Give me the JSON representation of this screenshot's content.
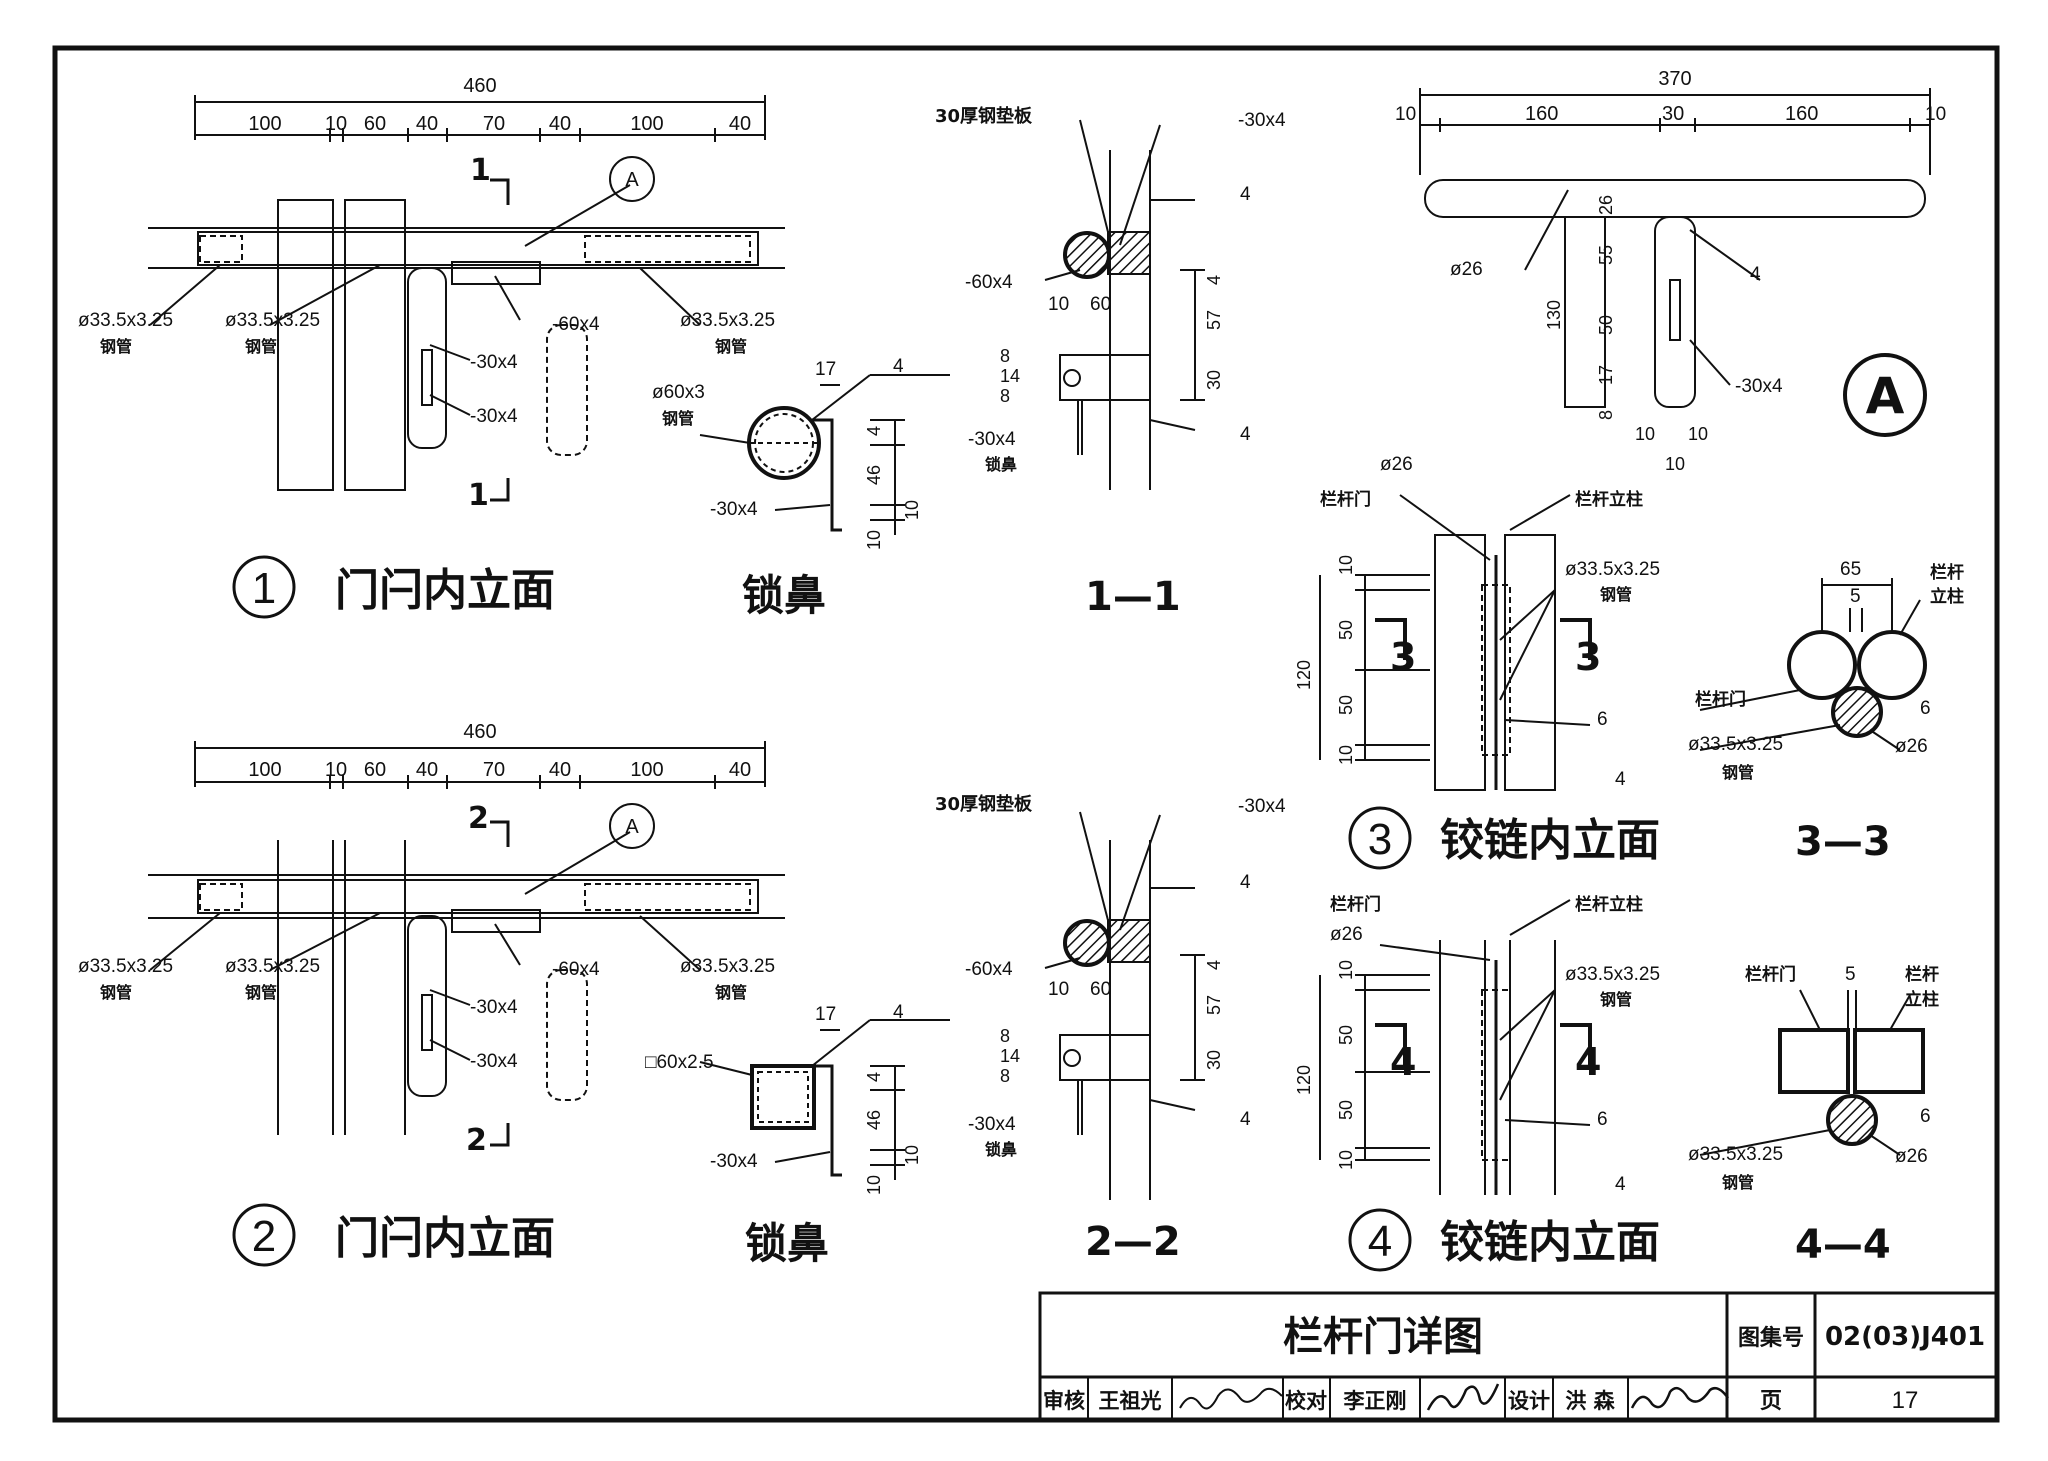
{
  "titleblock": {
    "title": "栏杆门详图",
    "atlas_label": "图集号",
    "atlas_no": "02(03)J401",
    "page_label": "页",
    "page_no": "17",
    "review_label": "审核",
    "review_name": "王祖光",
    "check_label": "校对",
    "check_name": "李正刚",
    "design_label": "设计",
    "design_name": "洪 森"
  },
  "views": {
    "v1_num": "1",
    "v1_title": "门闩内立面",
    "v2_num": "2",
    "v2_title": "门闩内立面",
    "v3_num": "3",
    "v3_title": "铰链内立面",
    "v4_num": "4",
    "v4_title": "铰链内立面",
    "lock1_title": "锁鼻",
    "lock2_title": "锁鼻",
    "sec11": "1—1",
    "sec22": "2—2",
    "sec33": "3—3",
    "sec44": "4—4",
    "detailA": "A"
  },
  "door1": {
    "total": "460",
    "segs": [
      "100",
      "10",
      "60",
      "40",
      "70",
      "40",
      "100",
      "40"
    ],
    "cut_top": "1",
    "cut_bot": "1",
    "pipe_left": "ø33.5x3.25",
    "pipe_mid": "ø33.5x3.25",
    "pipe_right": "ø33.5x3.25",
    "steel_pipe": "钢管",
    "flat60": "-60x4",
    "flat30a": "-30x4",
    "flat30b": "-30x4",
    "detail_ref": "A"
  },
  "door2": {
    "total": "460",
    "segs": [
      "100",
      "10",
      "60",
      "40",
      "70",
      "40",
      "100",
      "40"
    ],
    "cut_top": "2",
    "cut_bot": "2",
    "pipe_left": "ø33.5x3.25",
    "pipe_mid": "ø33.5x3.25",
    "pipe_right": "ø33.5x3.25",
    "steel_pipe": "钢管",
    "flat60": "-60x4",
    "flat30a": "-30x4",
    "flat30b": "-30x4",
    "detail_ref": "A"
  },
  "lock1": {
    "pipe": "ø60x3",
    "steel_pipe": "钢管",
    "flat": "-30x4",
    "dim17": "17",
    "dim4": "4",
    "dim46": "46",
    "dim10a": "10",
    "dim10b": "10",
    "weld": "4"
  },
  "lock2": {
    "pipe": "□60x2.5",
    "flat": "-30x4",
    "dim17": "17",
    "dim4": "4",
    "dim46": "46",
    "dim10a": "10",
    "dim10b": "10",
    "weld": "4"
  },
  "sec11": {
    "pad": "30厚钢垫板",
    "flat30": "-30x4",
    "flat60": "-60x4",
    "d10": "10",
    "d60": "60",
    "weld_top": "4",
    "weld_bot": "4",
    "d4": "4",
    "d57": "57",
    "d30": "30",
    "l8": "8",
    "l14": "14",
    "l8b": "8",
    "lock_flat": "-30x4",
    "lock": "锁鼻"
  },
  "sec22": {
    "pad": "30厚钢垫板",
    "flat30": "-30x4",
    "flat60": "-60x4",
    "d10": "10",
    "d60": "60",
    "weld_top": "4",
    "weld_bot": "4",
    "d4": "4",
    "d57": "57",
    "d30": "30",
    "l8": "8",
    "l14": "14",
    "l8b": "8",
    "lock_flat": "-30x4",
    "lock": "锁鼻"
  },
  "detailA": {
    "total": "370",
    "d10a": "10",
    "d160a": "160",
    "d30": "30",
    "d160b": "160",
    "d10b": "10",
    "d26": "26",
    "d55": "55",
    "d130": "130",
    "d50": "50",
    "d17": "17",
    "d8": "8",
    "dia": "ø26",
    "flat": "-30x4",
    "weld": "4",
    "b10a": "10",
    "b10b": "10",
    "b10c": "10"
  },
  "hinge3": {
    "dia": "ø26",
    "door": "栏杆门",
    "post": "栏杆立柱",
    "pipe": "ø33.5x3.25",
    "steel_pipe": "钢管",
    "cut": "3",
    "cut2": "3",
    "d10a": "10",
    "d50a": "50",
    "d50b": "50",
    "d10b": "10",
    "d120": "120",
    "weld6": "6",
    "weld4": "4"
  },
  "hinge4": {
    "dia": "ø26",
    "door": "栏杆门",
    "post": "栏杆立柱",
    "pipe": "ø33.5x3.25",
    "steel_pipe": "钢管",
    "cut": "4",
    "cut2": "4",
    "d10a": "10",
    "d50a": "50",
    "d50b": "50",
    "d10b": "10",
    "d120": "120",
    "weld6": "6",
    "weld4": "4"
  },
  "s33": {
    "d65": "65",
    "d5": "5",
    "post": "栏杆",
    "post2": "立柱",
    "door": "栏杆门",
    "pipe": "ø33.5x3.25",
    "steel_pipe": "钢管",
    "dia": "ø26",
    "weld": "6"
  },
  "s44": {
    "d5": "5",
    "post": "栏杆",
    "post2": "立柱",
    "door": "栏杆门",
    "pipe": "ø33.5x3.25",
    "steel_pipe": "钢管",
    "dia": "ø26",
    "weld": "6"
  }
}
